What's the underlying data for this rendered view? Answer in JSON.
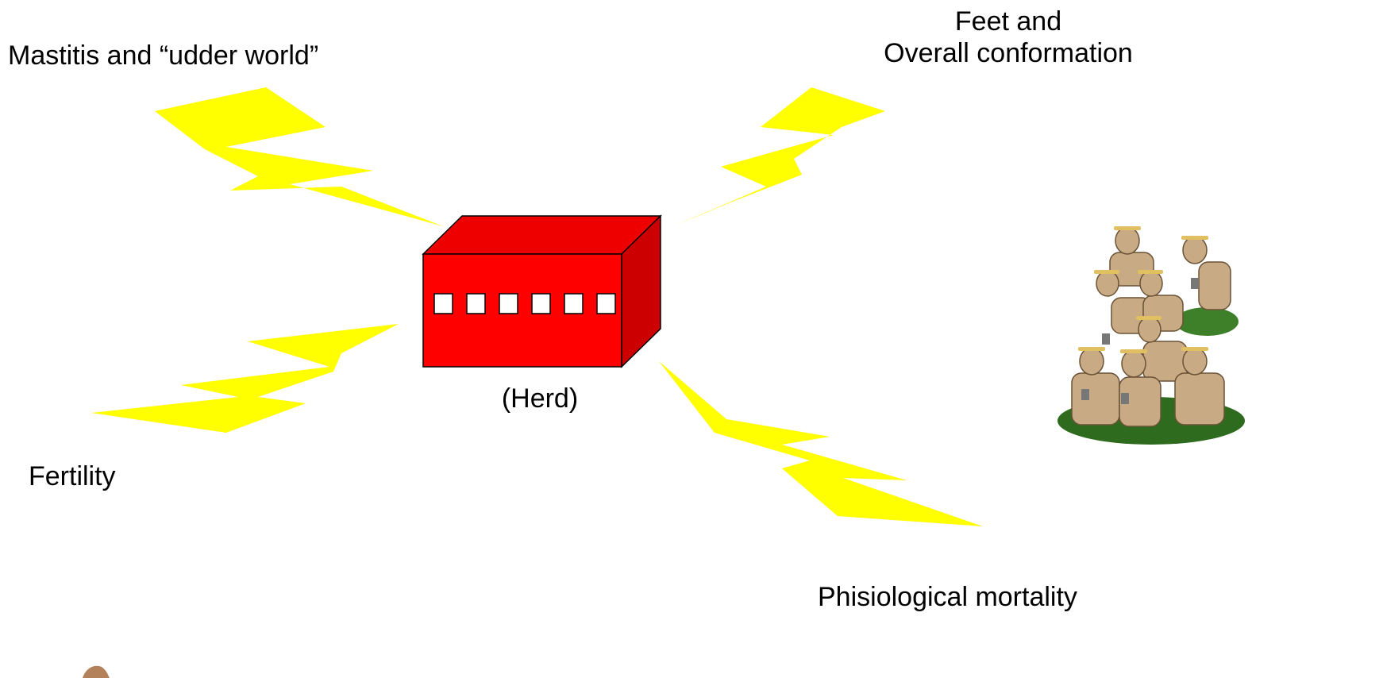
{
  "diagram": {
    "center": {
      "label": "(Herd)",
      "icon": "red-barn-box"
    },
    "factors": [
      {
        "id": "mastitis",
        "label": "Mastitis and “udder world”"
      },
      {
        "id": "feet",
        "label": "Feet and\nOverall  conformation"
      },
      {
        "id": "fertility",
        "label": "Fertility"
      },
      {
        "id": "mortality",
        "label": "Phisiological mortality"
      }
    ],
    "colors": {
      "bolt": "#ffff00",
      "barn_front": "#ff0000",
      "barn_top": "#ee0000",
      "barn_side": "#cc0000",
      "outline": "#000000"
    },
    "decorations": [
      "cow-herd-icon",
      "cartoon-figure-partial-icon"
    ]
  }
}
